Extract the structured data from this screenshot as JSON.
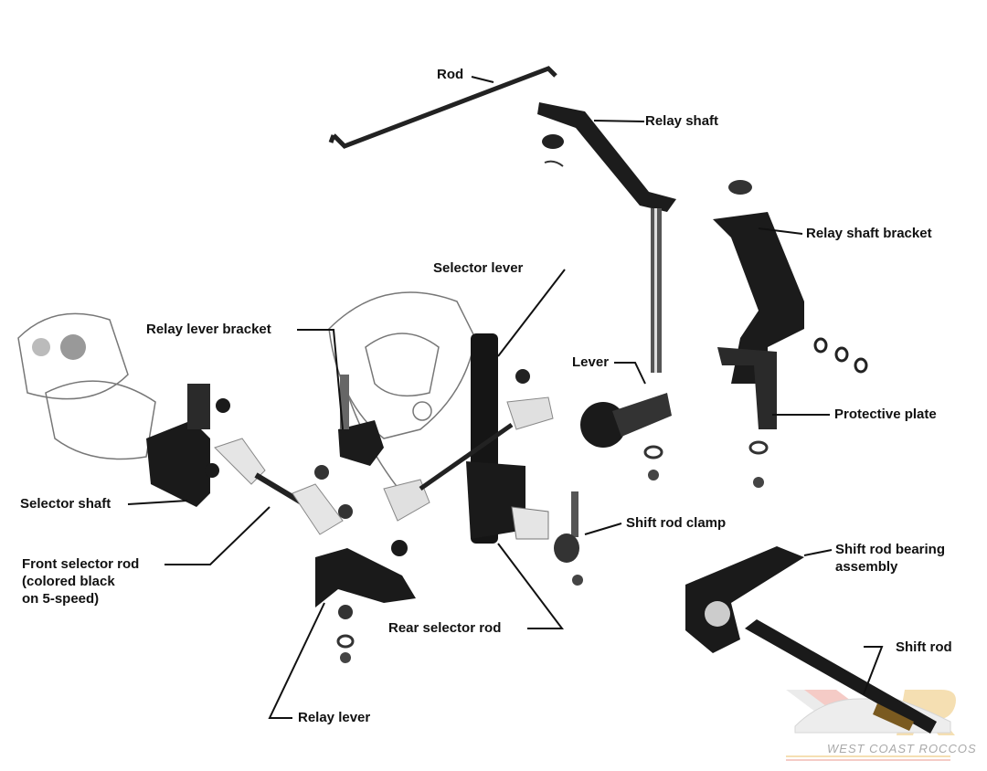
{
  "diagram": {
    "title": "Shift linkage exploded view",
    "labels": {
      "rod": "Rod",
      "relay_shaft": "Relay shaft",
      "relay_shaft_bracket": "Relay shaft bracket",
      "selector_lever": "Selector lever",
      "relay_lever_bracket": "Relay lever bracket",
      "lever": "Lever",
      "protective_plate": "Protective plate",
      "selector_shaft": "Selector shaft",
      "front_selector_rod_1": "Front selector rod",
      "front_selector_rod_2": "(colored black",
      "front_selector_rod_3": "on 5-speed)",
      "shift_rod_clamp": "Shift rod clamp",
      "shift_rod_bearing_1": "Shift rod bearing",
      "shift_rod_bearing_2": "assembly",
      "rear_selector_rod": "Rear selector rod",
      "shift_rod": "Shift rod",
      "relay_lever": "Relay lever"
    },
    "watermark": {
      "text": "WEST COAST ROCCOS",
      "colors": {
        "red": "#f2a7a0",
        "gold": "#f2d9a8",
        "gray": "#cfcfcf"
      }
    }
  }
}
